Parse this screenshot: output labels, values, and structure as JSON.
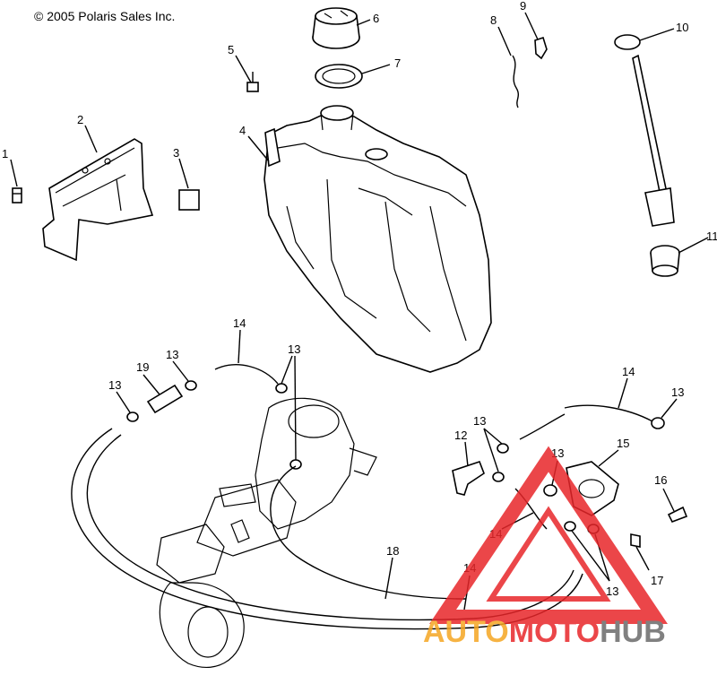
{
  "copyright": "© 2005 Polaris Sales Inc.",
  "callouts": [
    {
      "id": "c1",
      "label": "1"
    },
    {
      "id": "c2",
      "label": "2"
    },
    {
      "id": "c3",
      "label": "3"
    },
    {
      "id": "c4",
      "label": "4"
    },
    {
      "id": "c5",
      "label": "5"
    },
    {
      "id": "c6",
      "label": "6"
    },
    {
      "id": "c7",
      "label": "7"
    },
    {
      "id": "c8",
      "label": "8"
    },
    {
      "id": "c9",
      "label": "9"
    },
    {
      "id": "c10",
      "label": "10"
    },
    {
      "id": "c11",
      "label": "11"
    },
    {
      "id": "c12",
      "label": "12"
    },
    {
      "id": "c13",
      "label": "13"
    },
    {
      "id": "c14",
      "label": "14"
    },
    {
      "id": "c15",
      "label": "15"
    },
    {
      "id": "c16",
      "label": "16"
    },
    {
      "id": "c17",
      "label": "17"
    },
    {
      "id": "c18",
      "label": "18"
    },
    {
      "id": "c19",
      "label": "19"
    }
  ],
  "watermark": {
    "part1": "AUTO",
    "part2": "MOTO",
    "part3": "HUB",
    "color_red": "#e8262a",
    "color_orange": "#f5a623",
    "color_gray": "#6b6b6b"
  }
}
